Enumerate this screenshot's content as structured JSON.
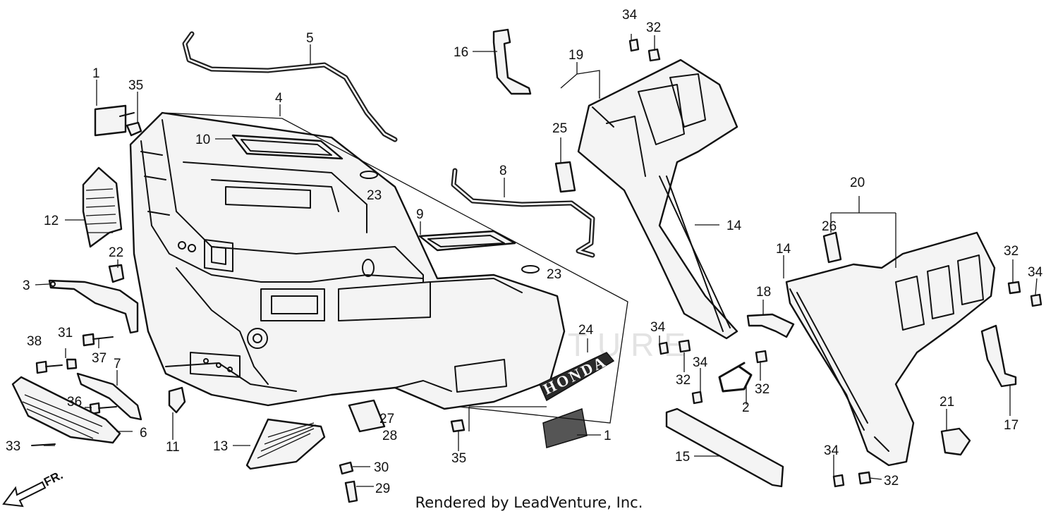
{
  "watermark": "LEADVENTURE",
  "credit": "Rendered by LeadVenture, Inc.",
  "direction_label": "FR.",
  "emblem_text": "HONDA",
  "callouts": [
    "1",
    "35",
    "5",
    "4",
    "10",
    "16",
    "19",
    "34",
    "32",
    "25",
    "23",
    "8",
    "12",
    "22",
    "9",
    "14",
    "3",
    "20",
    "26",
    "32",
    "34",
    "14",
    "23",
    "18",
    "38",
    "31",
    "37",
    "7",
    "24",
    "34",
    "36",
    "32",
    "34",
    "6",
    "2",
    "32",
    "11",
    "27",
    "28",
    "13",
    "35",
    "1",
    "15",
    "21",
    "17",
    "33",
    "30",
    "34",
    "32",
    "29"
  ]
}
